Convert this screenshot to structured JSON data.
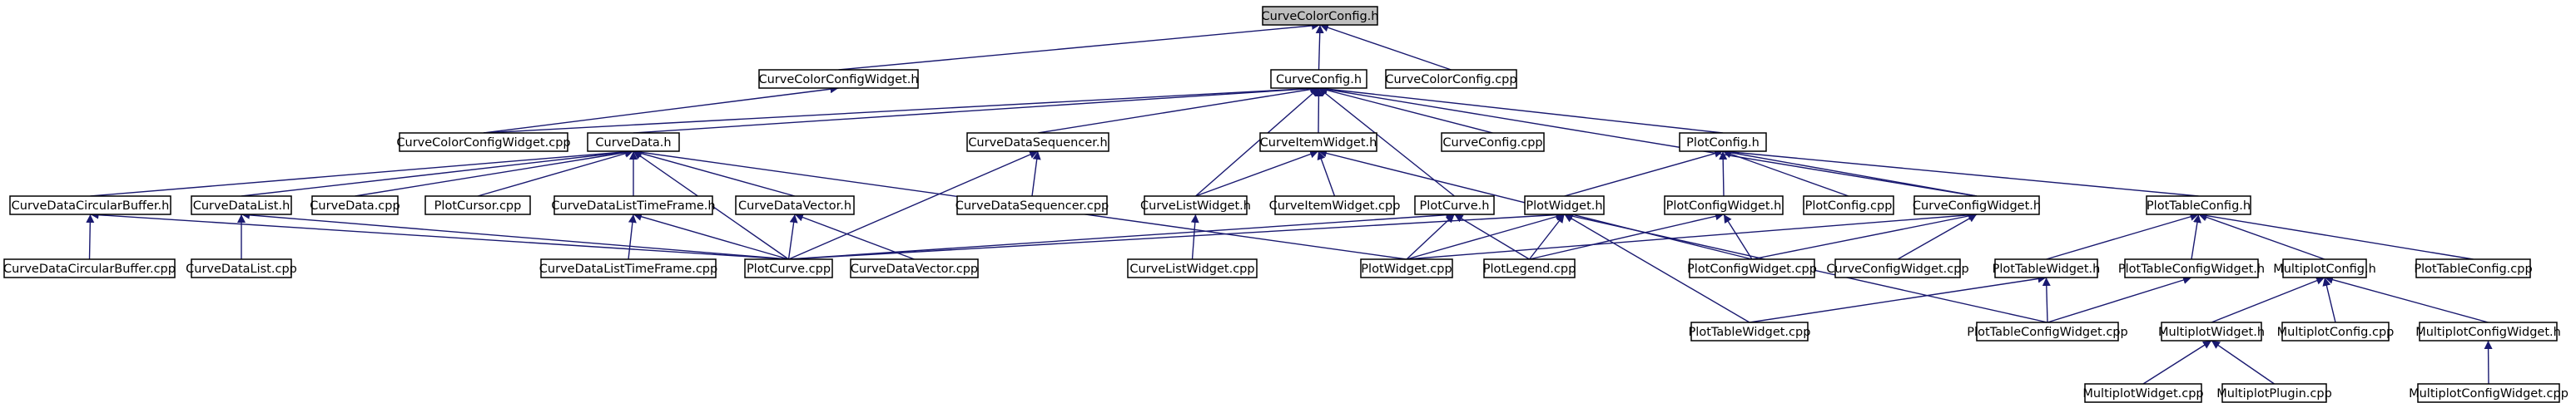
{
  "diagram": {
    "title": "",
    "colors": {
      "edge": "#191970",
      "root_fill": "#bfbfbf",
      "node_fill": "#ffffff",
      "node_border": "#000000"
    },
    "nodes": [
      {
        "id": "n0",
        "label": "CurveColorConfig.h",
        "root": true
      },
      {
        "id": "n1",
        "label": "CurveColorConfigWidget.h"
      },
      {
        "id": "n2",
        "label": "CurveConfig.h"
      },
      {
        "id": "n3",
        "label": "CurveColorConfig.cpp"
      },
      {
        "id": "n4",
        "label": "CurveColorConfigWidget.cpp"
      },
      {
        "id": "n5",
        "label": "CurveData.h"
      },
      {
        "id": "n6",
        "label": "CurveDataSequencer.h"
      },
      {
        "id": "n7",
        "label": "CurveItemWidget.h"
      },
      {
        "id": "n8",
        "label": "CurveConfig.cpp"
      },
      {
        "id": "n9",
        "label": "PlotConfig.h"
      },
      {
        "id": "n10",
        "label": "CurveDataCircularBuffer.h"
      },
      {
        "id": "n11",
        "label": "CurveDataList.h"
      },
      {
        "id": "n12",
        "label": "CurveData.cpp"
      },
      {
        "id": "n13",
        "label": "PlotCursor.cpp"
      },
      {
        "id": "n14",
        "label": "CurveDataListTimeFrame.h"
      },
      {
        "id": "n15",
        "label": "CurveDataVector.h"
      },
      {
        "id": "n16",
        "label": "CurveDataSequencer.cpp"
      },
      {
        "id": "n17",
        "label": "CurveListWidget.h"
      },
      {
        "id": "n18",
        "label": "CurveItemWidget.cpp"
      },
      {
        "id": "n19",
        "label": "PlotCurve.h"
      },
      {
        "id": "n20",
        "label": "PlotWidget.h"
      },
      {
        "id": "n21",
        "label": "PlotConfigWidget.h"
      },
      {
        "id": "n22",
        "label": "PlotConfig.cpp"
      },
      {
        "id": "n23",
        "label": "CurveConfigWidget.h"
      },
      {
        "id": "n24",
        "label": "PlotTableConfig.h"
      },
      {
        "id": "n25",
        "label": "CurveDataCircularBuffer.cpp"
      },
      {
        "id": "n26",
        "label": "CurveDataList.cpp"
      },
      {
        "id": "n27",
        "label": "CurveDataListTimeFrame.cpp"
      },
      {
        "id": "n28",
        "label": "PlotCurve.cpp"
      },
      {
        "id": "n29",
        "label": "CurveDataVector.cpp"
      },
      {
        "id": "n30",
        "label": "CurveListWidget.cpp"
      },
      {
        "id": "n31",
        "label": "PlotWidget.cpp"
      },
      {
        "id": "n32",
        "label": "PlotLegend.cpp"
      },
      {
        "id": "n33",
        "label": "PlotConfigWidget.cpp"
      },
      {
        "id": "n34",
        "label": "CurveConfigWidget.cpp"
      },
      {
        "id": "n35",
        "label": "PlotTableWidget.h"
      },
      {
        "id": "n36",
        "label": "PlotTableConfigWidget.h"
      },
      {
        "id": "n37",
        "label": "MultiplotConfig.h"
      },
      {
        "id": "n38",
        "label": "PlotTableConfig.cpp"
      },
      {
        "id": "n39",
        "label": "PlotTableWidget.cpp"
      },
      {
        "id": "n40",
        "label": "PlotTableConfigWidget.cpp"
      },
      {
        "id": "n41",
        "label": "MultiplotWidget.h"
      },
      {
        "id": "n42",
        "label": "MultiplotConfig.cpp"
      },
      {
        "id": "n43",
        "label": "MultiplotConfigWidget.h"
      },
      {
        "id": "n44",
        "label": "MultiplotWidget.cpp"
      },
      {
        "id": "n45",
        "label": "MultiplotPlugin.cpp"
      },
      {
        "id": "n46",
        "label": "MultiplotConfigWidget.cpp"
      }
    ],
    "edges": [
      [
        "n0",
        "n1"
      ],
      [
        "n0",
        "n2"
      ],
      [
        "n0",
        "n3"
      ],
      [
        "n1",
        "n4"
      ],
      [
        "n2",
        "n4"
      ],
      [
        "n2",
        "n5"
      ],
      [
        "n2",
        "n6"
      ],
      [
        "n2",
        "n7"
      ],
      [
        "n2",
        "n8"
      ],
      [
        "n2",
        "n9"
      ],
      [
        "n2",
        "n17"
      ],
      [
        "n2",
        "n19"
      ],
      [
        "n2",
        "n23"
      ],
      [
        "n5",
        "n10"
      ],
      [
        "n5",
        "n11"
      ],
      [
        "n5",
        "n12"
      ],
      [
        "n5",
        "n13"
      ],
      [
        "n5",
        "n14"
      ],
      [
        "n5",
        "n15"
      ],
      [
        "n5",
        "n28"
      ],
      [
        "n5",
        "n31"
      ],
      [
        "n6",
        "n16"
      ],
      [
        "n6",
        "n28"
      ],
      [
        "n7",
        "n17"
      ],
      [
        "n7",
        "n18"
      ],
      [
        "n7",
        "n33"
      ],
      [
        "n9",
        "n20"
      ],
      [
        "n9",
        "n21"
      ],
      [
        "n9",
        "n22"
      ],
      [
        "n9",
        "n24"
      ],
      [
        "n9",
        "n23"
      ],
      [
        "n10",
        "n25"
      ],
      [
        "n10",
        "n28"
      ],
      [
        "n11",
        "n26"
      ],
      [
        "n11",
        "n28"
      ],
      [
        "n14",
        "n27"
      ],
      [
        "n14",
        "n28"
      ],
      [
        "n15",
        "n28"
      ],
      [
        "n15",
        "n29"
      ],
      [
        "n17",
        "n30"
      ],
      [
        "n19",
        "n28"
      ],
      [
        "n19",
        "n31"
      ],
      [
        "n19",
        "n32"
      ],
      [
        "n20",
        "n28"
      ],
      [
        "n20",
        "n31"
      ],
      [
        "n20",
        "n32"
      ],
      [
        "n20",
        "n39"
      ],
      [
        "n20",
        "n40"
      ],
      [
        "n21",
        "n32"
      ],
      [
        "n21",
        "n33"
      ],
      [
        "n23",
        "n31"
      ],
      [
        "n23",
        "n33"
      ],
      [
        "n23",
        "n34"
      ],
      [
        "n24",
        "n35"
      ],
      [
        "n24",
        "n36"
      ],
      [
        "n24",
        "n37"
      ],
      [
        "n24",
        "n38"
      ],
      [
        "n35",
        "n39"
      ],
      [
        "n35",
        "n40"
      ],
      [
        "n36",
        "n40"
      ],
      [
        "n37",
        "n41"
      ],
      [
        "n37",
        "n42"
      ],
      [
        "n37",
        "n43"
      ],
      [
        "n41",
        "n44"
      ],
      [
        "n41",
        "n45"
      ],
      [
        "n43",
        "n46"
      ]
    ]
  }
}
